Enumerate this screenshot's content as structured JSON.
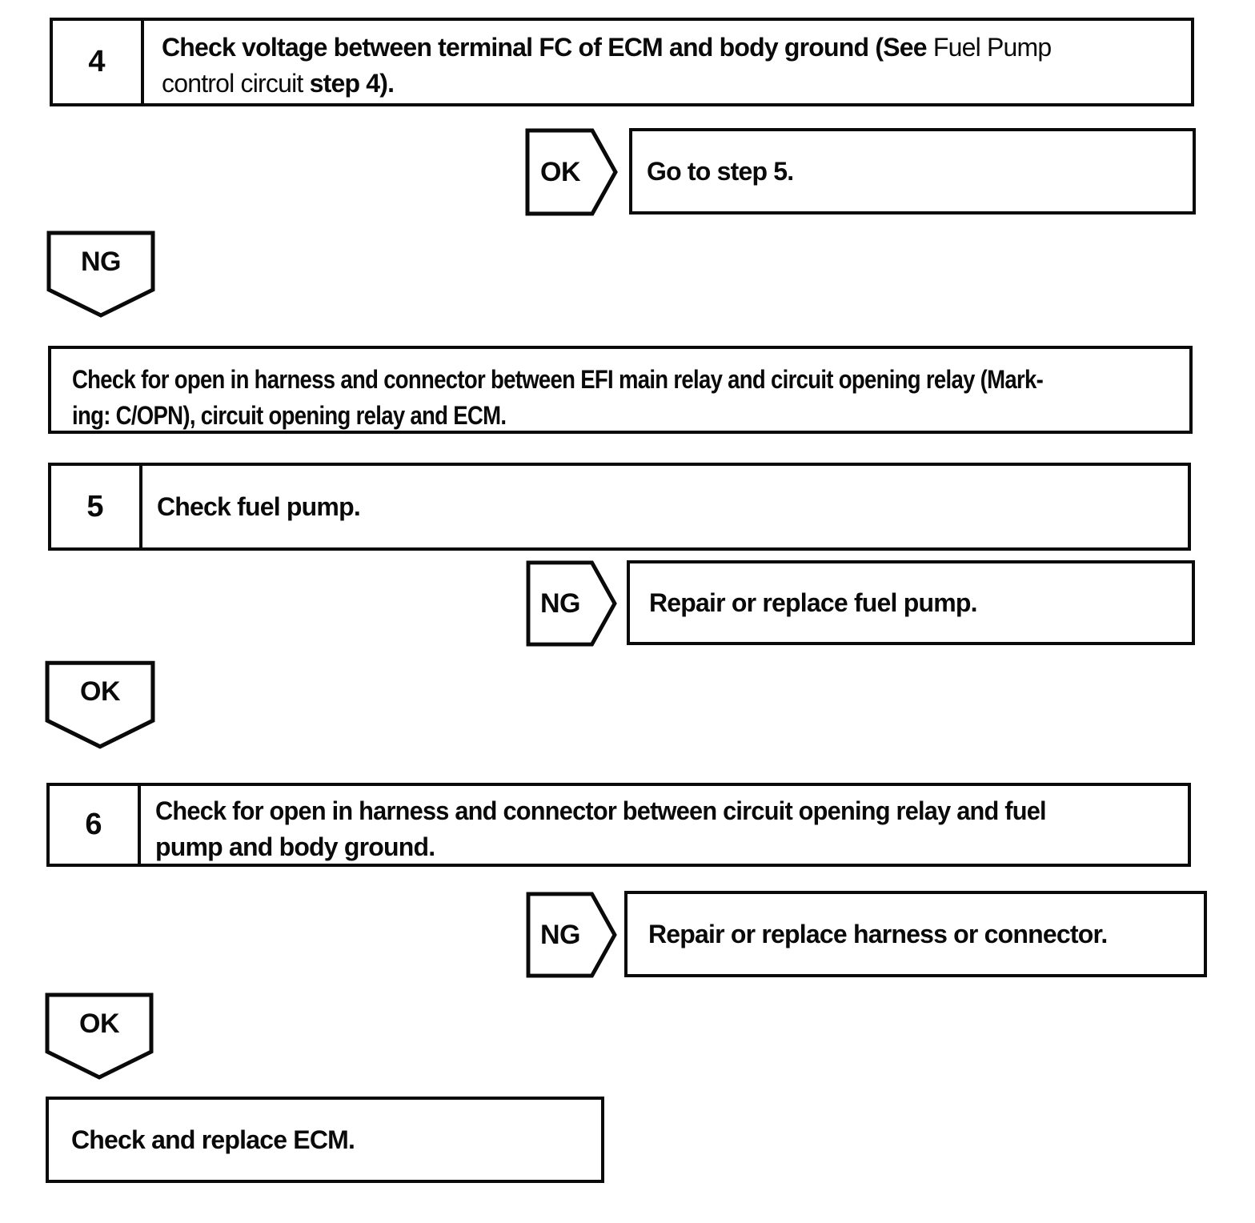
{
  "colors": {
    "ink": "#0a0a0a",
    "background": "#ffffff"
  },
  "flowchart": {
    "step4": {
      "number": "4",
      "line1_bold": "Check voltage between terminal FC of ECM and body ground (See ",
      "line1_ref": "Fuel Pump",
      "line2_ref": "control circuit ",
      "line2_bold": "step 4)."
    },
    "step4_ok": {
      "label": "OK",
      "action": "Go to step 5."
    },
    "step4_ng": {
      "label": "NG",
      "action_line1": "Check for open in harness and connector between EFI main relay and circuit opening relay (Mark-",
      "action_line2": "ing: C/OPN), circuit opening relay and ECM."
    },
    "step5": {
      "number": "5",
      "instruction": "Check fuel pump."
    },
    "step5_ng": {
      "label": "NG",
      "action": "Repair or replace fuel pump."
    },
    "step5_ok": {
      "label": "OK"
    },
    "step6": {
      "number": "6",
      "line1": "Check for open in harness and connector between circuit opening relay and fuel",
      "line2": "pump and body ground."
    },
    "step6_ng": {
      "label": "NG",
      "action": "Repair or replace harness or connector."
    },
    "step6_ok": {
      "label": "OK"
    },
    "final": {
      "text": "Check and replace ECM."
    }
  }
}
